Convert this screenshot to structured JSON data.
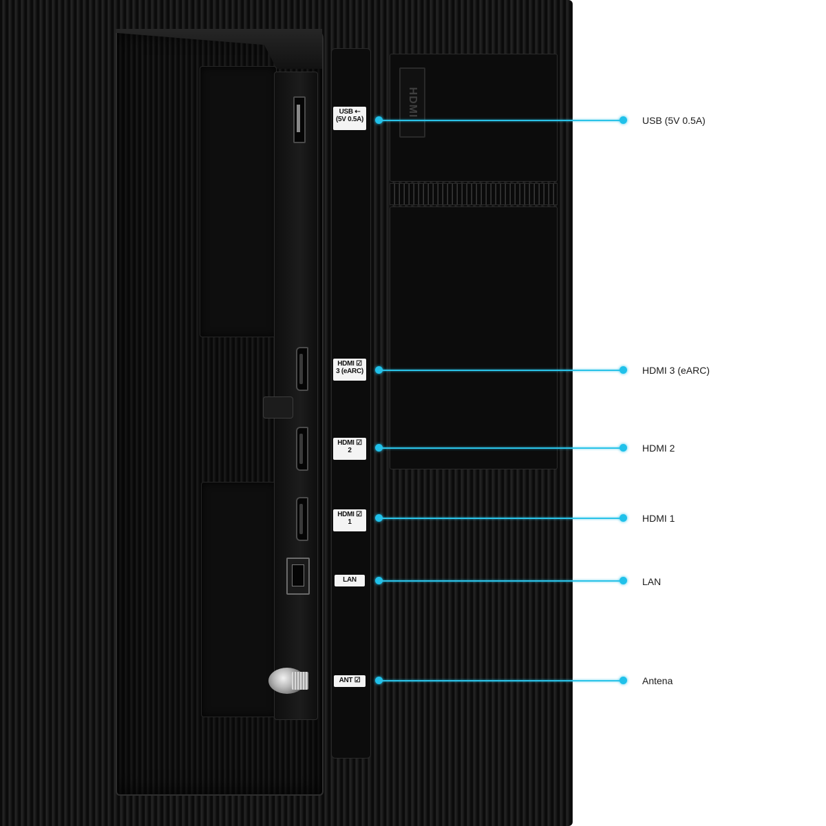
{
  "embossed_text": "HDMI",
  "accent_color": "#20c1ea",
  "ports": [
    {
      "id": "usb",
      "tag": "USB ⇠\n(5V 0.5A)",
      "callout": "USB (5V 0.5A)",
      "icon": "usb-port-icon"
    },
    {
      "id": "hdmi3",
      "tag": "HDMI ☑\n3 (eARC)",
      "callout": "HDMI 3 (eARC)",
      "icon": "hdmi-port-icon"
    },
    {
      "id": "hdmi2",
      "tag": "HDMI ☑\n2",
      "callout": "HDMI 2",
      "icon": "hdmi-port-icon"
    },
    {
      "id": "hdmi1",
      "tag": "HDMI ☑\n1",
      "callout": "HDMI 1",
      "icon": "hdmi-port-icon"
    },
    {
      "id": "lan",
      "tag": "LAN",
      "callout": "LAN",
      "icon": "ethernet-port-icon"
    },
    {
      "id": "ant",
      "tag": "ANT ☑",
      "callout": "Antena",
      "icon": "coaxial-antenna-port-icon"
    }
  ]
}
